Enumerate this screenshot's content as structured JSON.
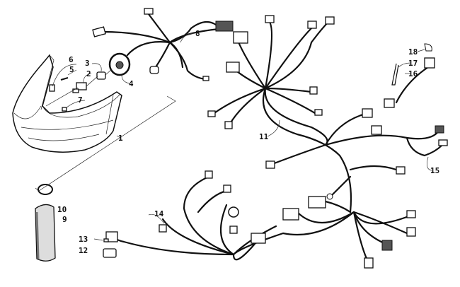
{
  "diagram": {
    "title": "Headlight and Wiring Harness Assembly",
    "callouts": {
      "c1": "1",
      "c2": "2",
      "c3": "3",
      "c4": "4",
      "c5": "5",
      "c6": "6",
      "c7": "7",
      "c8": "8",
      "c9": "9",
      "c10": "10",
      "c11": "11",
      "c12": "12",
      "c13": "13",
      "c14": "14",
      "c15": "15",
      "c16": "16",
      "c17": "17",
      "c18": "18"
    }
  }
}
